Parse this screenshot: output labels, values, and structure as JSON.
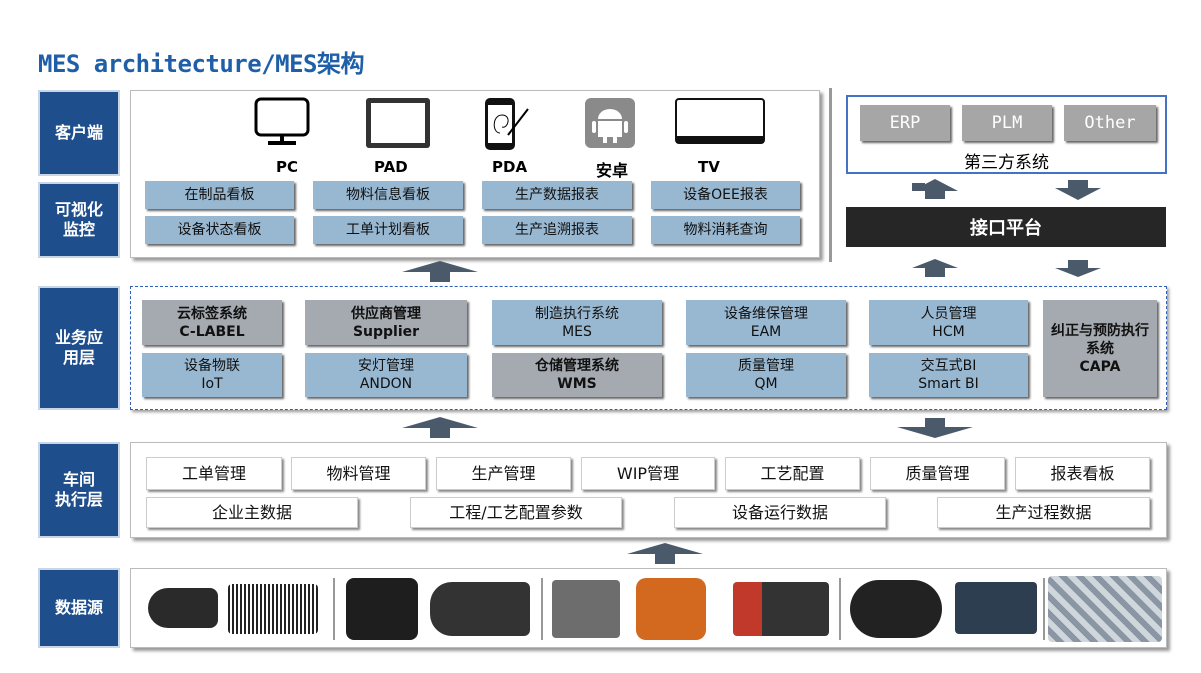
{
  "title": "MES architecture/MES架构",
  "layers": {
    "client": "客户端",
    "visual": "可视化\n监控",
    "business": "业务应\n用层",
    "shop": "车间\n执行层",
    "data": "数据源"
  },
  "devices": [
    "PC",
    "PAD",
    "PDA",
    "安卓",
    "TV"
  ],
  "visual_items": [
    "在制品看板",
    "物料信息看板",
    "生产数据报表",
    "设备OEE报表",
    "设备状态看板",
    "工单计划看板",
    "生产追溯报表",
    "物料消耗查询"
  ],
  "third_party": {
    "items": [
      "ERP",
      "PLM",
      "Other"
    ],
    "label": "第三方系统"
  },
  "interface": "接口平台",
  "business": [
    {
      "cn": "云标签系统",
      "en": "C-LABEL",
      "style": "gray"
    },
    {
      "cn": "供应商管理",
      "en": "Supplier",
      "style": "gray"
    },
    {
      "cn": "制造执行系统",
      "en": "MES",
      "style": "blue"
    },
    {
      "cn": "设备维保管理",
      "en": "EAM",
      "style": "blue"
    },
    {
      "cn": "人员管理",
      "en": "HCM",
      "style": "blue"
    },
    {
      "cn": "设备物联",
      "en": "IoT",
      "style": "blue"
    },
    {
      "cn": "安灯管理",
      "en": "ANDON",
      "style": "blue"
    },
    {
      "cn": "仓储管理系统",
      "en": "WMS",
      "style": "gray"
    },
    {
      "cn": "质量管理",
      "en": "QM",
      "style": "blue"
    },
    {
      "cn": "交互式BI",
      "en": "Smart BI",
      "style": "blue"
    },
    {
      "cn": "纠正与预防执行系统",
      "en": "CAPA",
      "style": "gray"
    }
  ],
  "shop_row1": [
    "工单管理",
    "物料管理",
    "生产管理",
    "WIP管理",
    "工艺配置",
    "质量管理",
    "报表看板"
  ],
  "shop_row2": [
    "企业主数据",
    "工程/工艺配置参数",
    "设备运行数据",
    "生产过程数据"
  ],
  "colors": {
    "layer": "#1f4e8c",
    "title": "#1f5fa8",
    "blue_cell": "#98b7d1",
    "gray_cell": "#a5a9b0",
    "arrow": "#4a5a6a"
  }
}
